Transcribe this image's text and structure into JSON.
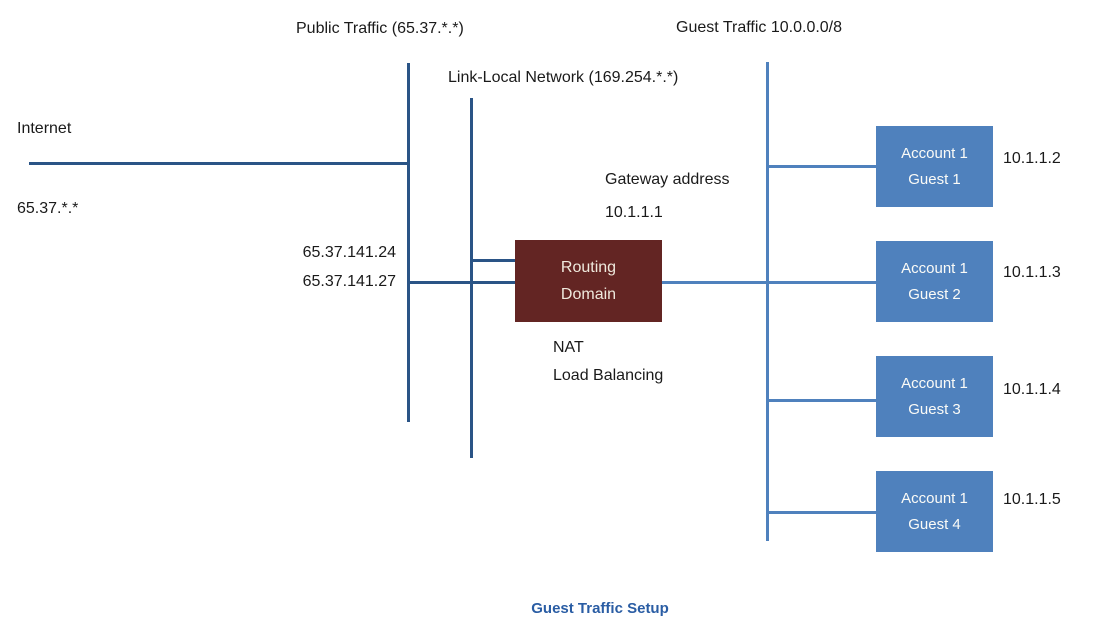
{
  "labels": {
    "public_traffic": "Public Traffic (65.37.*.*)",
    "guest_traffic": "Guest Traffic 10.0.0.0/8",
    "link_local": "Link-Local Network (169.254.*.*)",
    "internet": "Internet",
    "internet_ip": "65.37.*.*",
    "nat_ip_1": "65.37.141.24",
    "nat_ip_2": "65.37.141.27",
    "gateway_line1": "Gateway address",
    "gateway_line2": "10.1.1.1",
    "nat": "NAT",
    "load_balancing": "Load Balancing"
  },
  "routing_domain": {
    "line1": "Routing",
    "line2": "Domain"
  },
  "guests": [
    {
      "line1": "Account 1",
      "line2": "Guest 1",
      "ip": "10.1.1.2"
    },
    {
      "line1": "Account 1",
      "line2": "Guest 2",
      "ip": "10.1.1.3"
    },
    {
      "line1": "Account 1",
      "line2": "Guest 3",
      "ip": "10.1.1.4"
    },
    {
      "line1": "Account 1",
      "line2": "Guest 4",
      "ip": "10.1.1.5"
    }
  ],
  "caption": "Guest Traffic Setup",
  "colors": {
    "dark_line": "#2a5486",
    "blue_line": "#4f81bd",
    "routing_box_fill": "#632523",
    "routing_box_text": "#efe9dd",
    "guest_box_fill": "#4f81bd",
    "caption_text": "#2a5da4"
  }
}
